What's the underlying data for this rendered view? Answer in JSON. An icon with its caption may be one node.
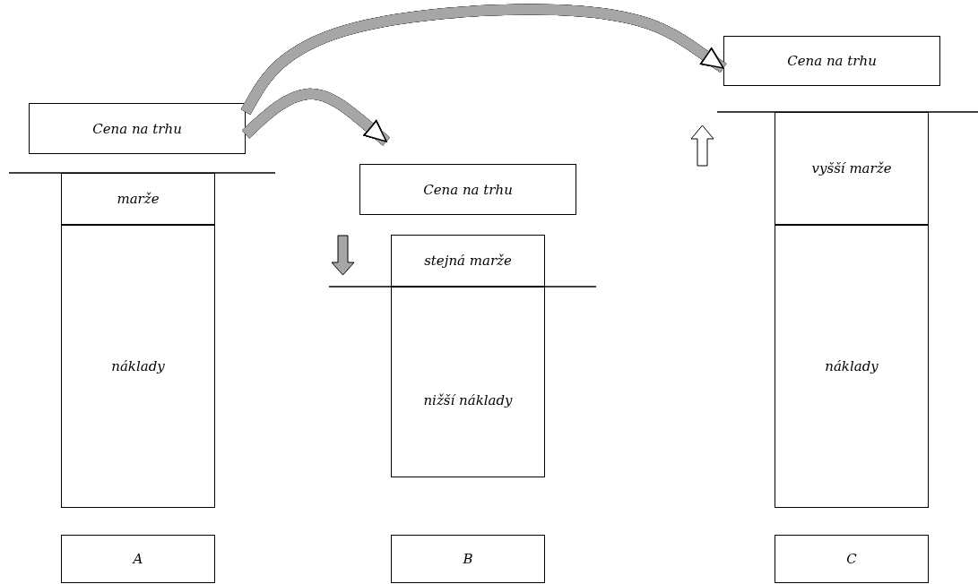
{
  "diagram": {
    "nodes": [
      {
        "text": [
          "Cena na trhu"
        ]
      },
      {
        "text": [
          "marže"
        ]
      },
      {
        "text": [
          "náklady"
        ]
      },
      {
        "text": [
          "A"
        ]
      },
      {
        "text": [
          "Cena na trhu"
        ]
      },
      {
        "text": [
          "stejná marže"
        ]
      },
      {
        "text": [
          "nižší náklady"
        ]
      },
      {
        "text": [
          "B"
        ]
      },
      {
        "text": [
          "Cena na trhu"
        ]
      },
      {
        "text": [
          "vyšší marže"
        ]
      },
      {
        "text": [
          "náklady"
        ]
      },
      {
        "text": [
          "C"
        ]
      }
    ],
    "edges": [
      {
        "from": 0,
        "to": 4,
        "arrow": "to"
      },
      {
        "from": 0,
        "to": 8,
        "arrow": "to"
      }
    ]
  }
}
